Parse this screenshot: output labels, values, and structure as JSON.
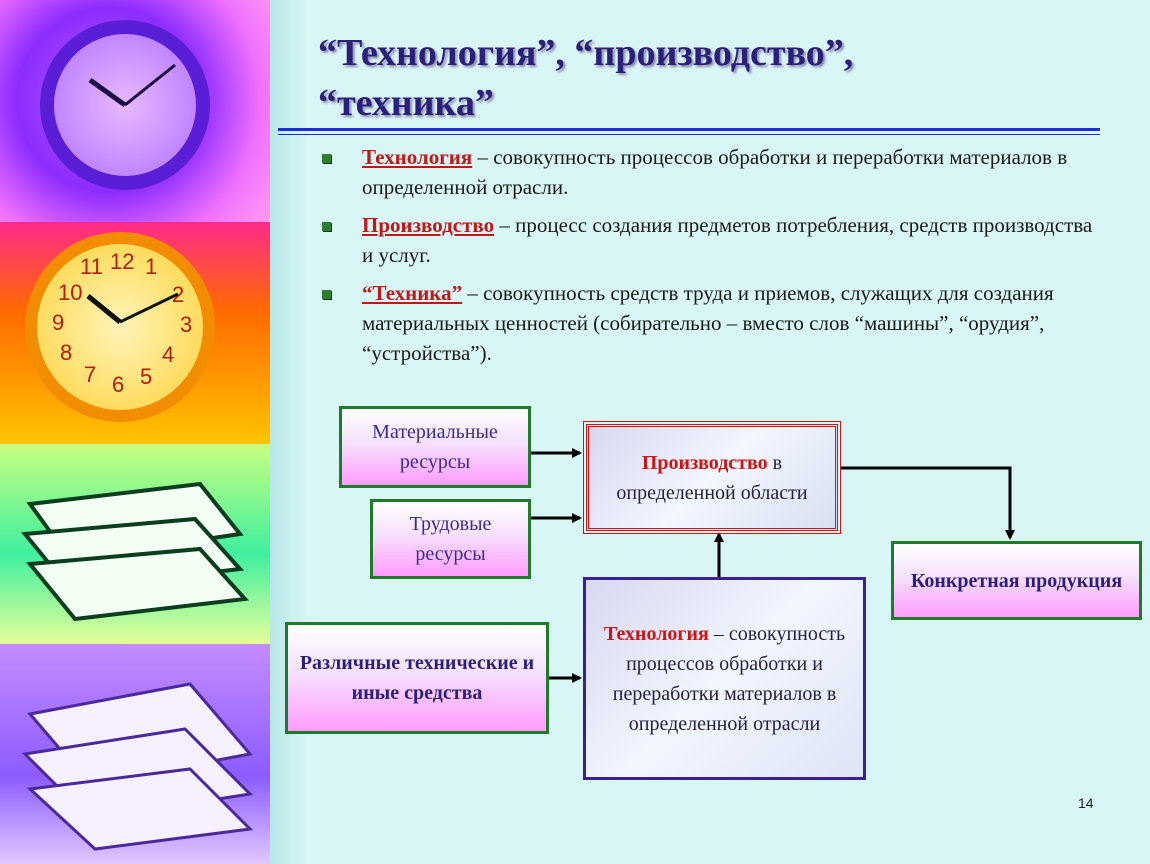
{
  "slide": {
    "title_line1": "“Технология”, “производство”,",
    "title_line2": "“техника”",
    "page_number": "14"
  },
  "bullets": [
    {
      "term": "Технология",
      "text": " – совокупность процессов обработки и переработки материалов в определенной отрасли."
    },
    {
      "term": "Производство",
      "text": "  – процесс создания предметов потребления, средств производства и услуг."
    },
    {
      "term": "“Техника”",
      "text": " – совокупность средств труда и приемов, служащих для создания материальных ценностей (собирательно – вместо слов “машины”, “орудия”, “устройства”)."
    }
  ],
  "diagram": {
    "material": "Материальные ресурсы",
    "labor": "Трудовые ресурсы",
    "tools": "Различные технические и иные средства",
    "production_term": "Производство",
    "production_rest": " в определенной области",
    "technology_term": "Технология",
    "technology_rest": " – совокупность процессов обработки и переработки материалов в определенной отрасли",
    "output": "Конкретная продукция"
  },
  "sidebar_images": [
    "purple-clock",
    "orange-clock",
    "green-books",
    "purple-papers"
  ]
}
